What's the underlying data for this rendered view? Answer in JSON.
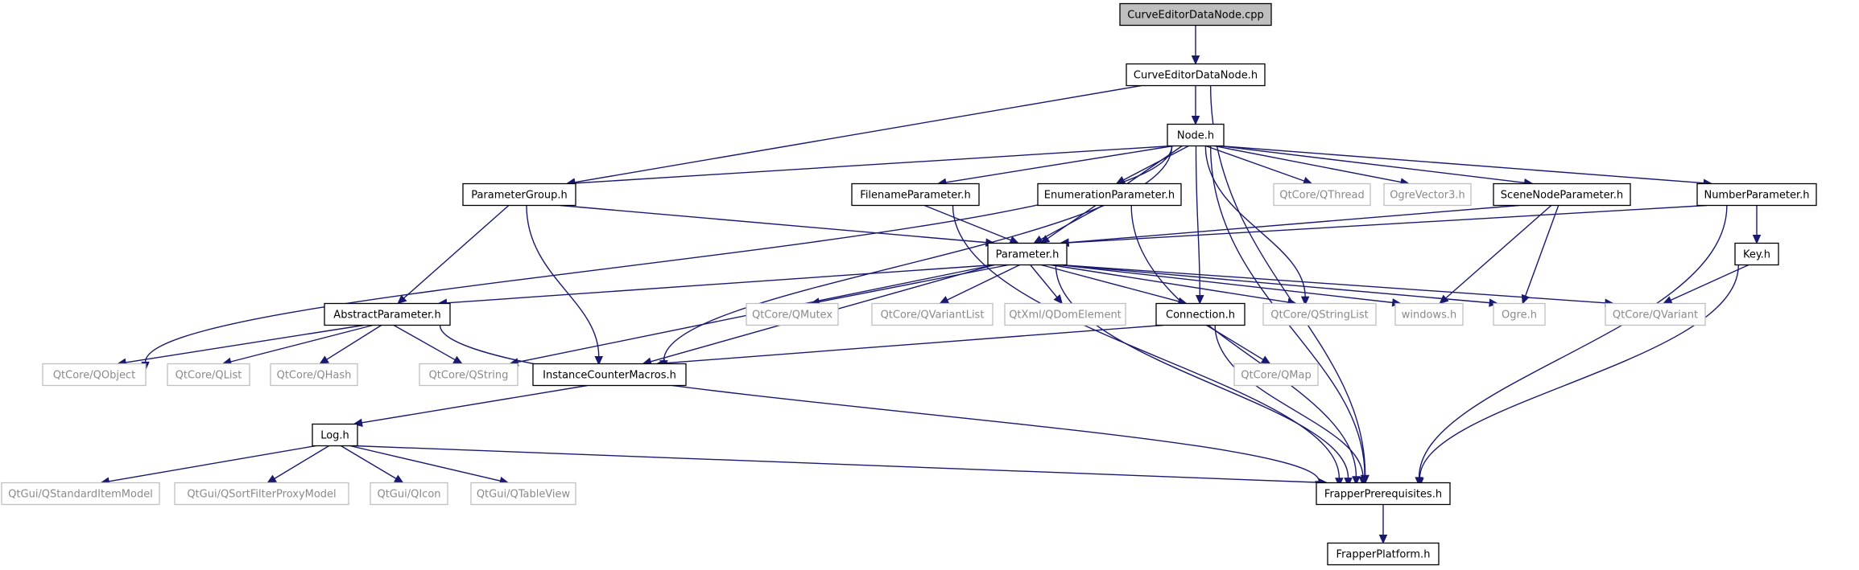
{
  "nodes": [
    {
      "id": "CurveEditorDataNode.cpp",
      "label": "CurveEditorDataNode.cpp",
      "kind": "root"
    },
    {
      "id": "CurveEditorDataNode.h",
      "label": "CurveEditorDataNode.h",
      "kind": "local"
    },
    {
      "id": "Node.h",
      "label": "Node.h",
      "kind": "local"
    },
    {
      "id": "ParameterGroup.h",
      "label": "ParameterGroup.h",
      "kind": "local"
    },
    {
      "id": "FilenameParameter.h",
      "label": "FilenameParameter.h",
      "kind": "local"
    },
    {
      "id": "EnumerationParameter.h",
      "label": "EnumerationParameter.h",
      "kind": "local"
    },
    {
      "id": "QtCore/QThread",
      "label": "QtCore/QThread",
      "kind": "external"
    },
    {
      "id": "OgreVector3.h",
      "label": "OgreVector3.h",
      "kind": "external"
    },
    {
      "id": "SceneNodeParameter.h",
      "label": "SceneNodeParameter.h",
      "kind": "local"
    },
    {
      "id": "NumberParameter.h",
      "label": "NumberParameter.h",
      "kind": "local"
    },
    {
      "id": "Parameter.h",
      "label": "Parameter.h",
      "kind": "local"
    },
    {
      "id": "Key.h",
      "label": "Key.h",
      "kind": "local"
    },
    {
      "id": "AbstractParameter.h",
      "label": "AbstractParameter.h",
      "kind": "local"
    },
    {
      "id": "QtCore/QMutex",
      "label": "QtCore/QMutex",
      "kind": "external"
    },
    {
      "id": "QtCore/QVariantList",
      "label": "QtCore/QVariantList",
      "kind": "external"
    },
    {
      "id": "QtXml/QDomElement",
      "label": "QtXml/QDomElement",
      "kind": "external"
    },
    {
      "id": "Connection.h",
      "label": "Connection.h",
      "kind": "local"
    },
    {
      "id": "QtCore/QStringList",
      "label": "QtCore/QStringList",
      "kind": "external"
    },
    {
      "id": "windows.h",
      "label": "windows.h",
      "kind": "external"
    },
    {
      "id": "Ogre.h",
      "label": "Ogre.h",
      "kind": "external"
    },
    {
      "id": "QtCore/QVariant",
      "label": "QtCore/QVariant",
      "kind": "external"
    },
    {
      "id": "QtCore/QObject",
      "label": "QtCore/QObject",
      "kind": "external"
    },
    {
      "id": "QtCore/QList",
      "label": "QtCore/QList",
      "kind": "external"
    },
    {
      "id": "QtCore/QHash",
      "label": "QtCore/QHash",
      "kind": "external"
    },
    {
      "id": "QtCore/QString",
      "label": "QtCore/QString",
      "kind": "external"
    },
    {
      "id": "InstanceCounterMacros.h",
      "label": "InstanceCounterMacros.h",
      "kind": "local"
    },
    {
      "id": "QtCore/QMap",
      "label": "QtCore/QMap",
      "kind": "external"
    },
    {
      "id": "Log.h",
      "label": "Log.h",
      "kind": "local"
    },
    {
      "id": "QtGui/QStandardItemModel",
      "label": "QtGui/QStandardItemModel",
      "kind": "external"
    },
    {
      "id": "QtGui/QSortFilterProxyModel",
      "label": "QtGui/QSortFilterProxyModel",
      "kind": "external"
    },
    {
      "id": "QtGui/QIcon",
      "label": "QtGui/QIcon",
      "kind": "external"
    },
    {
      "id": "QtGui/QTableView",
      "label": "QtGui/QTableView",
      "kind": "external"
    },
    {
      "id": "FrapperPrerequisites.h",
      "label": "FrapperPrerequisites.h",
      "kind": "local"
    },
    {
      "id": "FrapperPlatform.h",
      "label": "FrapperPlatform.h",
      "kind": "local"
    }
  ],
  "edges": [
    [
      "CurveEditorDataNode.cpp",
      "CurveEditorDataNode.h"
    ],
    [
      "CurveEditorDataNode.h",
      "Node.h"
    ],
    [
      "CurveEditorDataNode.h",
      "ParameterGroup.h"
    ],
    [
      "CurveEditorDataNode.h",
      "FrapperPrerequisites.h"
    ],
    [
      "Node.h",
      "ParameterGroup.h"
    ],
    [
      "Node.h",
      "FilenameParameter.h"
    ],
    [
      "Node.h",
      "EnumerationParameter.h"
    ],
    [
      "Node.h",
      "QtCore/QThread"
    ],
    [
      "Node.h",
      "OgreVector3.h"
    ],
    [
      "Node.h",
      "SceneNodeParameter.h"
    ],
    [
      "Node.h",
      "NumberParameter.h"
    ],
    [
      "Node.h",
      "Parameter.h"
    ],
    [
      "Node.h",
      "Connection.h"
    ],
    [
      "Node.h",
      "QtCore/QStringList"
    ],
    [
      "Node.h",
      "QtCore/QObject"
    ],
    [
      "Node.h",
      "InstanceCounterMacros.h"
    ],
    [
      "Node.h",
      "FrapperPrerequisites.h"
    ],
    [
      "ParameterGroup.h",
      "Parameter.h"
    ],
    [
      "ParameterGroup.h",
      "AbstractParameter.h"
    ],
    [
      "ParameterGroup.h",
      "InstanceCounterMacros.h"
    ],
    [
      "FilenameParameter.h",
      "Parameter.h"
    ],
    [
      "FilenameParameter.h",
      "FrapperPrerequisites.h"
    ],
    [
      "EnumerationParameter.h",
      "Parameter.h"
    ],
    [
      "EnumerationParameter.h",
      "FrapperPrerequisites.h"
    ],
    [
      "SceneNodeParameter.h",
      "Parameter.h"
    ],
    [
      "SceneNodeParameter.h",
      "windows.h"
    ],
    [
      "SceneNodeParameter.h",
      "Ogre.h"
    ],
    [
      "NumberParameter.h",
      "Parameter.h"
    ],
    [
      "NumberParameter.h",
      "Key.h"
    ],
    [
      "NumberParameter.h",
      "FrapperPrerequisites.h"
    ],
    [
      "Key.h",
      "QtCore/QVariant"
    ],
    [
      "Key.h",
      "FrapperPrerequisites.h"
    ],
    [
      "Parameter.h",
      "AbstractParameter.h"
    ],
    [
      "Parameter.h",
      "QtCore/QMutex"
    ],
    [
      "Parameter.h",
      "QtCore/QVariantList"
    ],
    [
      "Parameter.h",
      "QtXml/QDomElement"
    ],
    [
      "Parameter.h",
      "Connection.h"
    ],
    [
      "Parameter.h",
      "QtCore/QStringList"
    ],
    [
      "Parameter.h",
      "windows.h"
    ],
    [
      "Parameter.h",
      "Ogre.h"
    ],
    [
      "Parameter.h",
      "QtCore/QVariant"
    ],
    [
      "Parameter.h",
      "QtCore/QString"
    ],
    [
      "Parameter.h",
      "InstanceCounterMacros.h"
    ],
    [
      "Parameter.h",
      "FrapperPrerequisites.h"
    ],
    [
      "AbstractParameter.h",
      "QtCore/QObject"
    ],
    [
      "AbstractParameter.h",
      "QtCore/QList"
    ],
    [
      "AbstractParameter.h",
      "QtCore/QHash"
    ],
    [
      "AbstractParameter.h",
      "QtCore/QString"
    ],
    [
      "AbstractParameter.h",
      "FrapperPrerequisites.h"
    ],
    [
      "Connection.h",
      "InstanceCounterMacros.h"
    ],
    [
      "Connection.h",
      "QtCore/QMap"
    ],
    [
      "Connection.h",
      "FrapperPrerequisites.h"
    ],
    [
      "InstanceCounterMacros.h",
      "Log.h"
    ],
    [
      "Log.h",
      "QtGui/QStandardItemModel"
    ],
    [
      "Log.h",
      "QtGui/QSortFilterProxyModel"
    ],
    [
      "Log.h",
      "QtGui/QIcon"
    ],
    [
      "Log.h",
      "QtGui/QTableView"
    ],
    [
      "Log.h",
      "FrapperPrerequisites.h"
    ],
    [
      "FrapperPrerequisites.h",
      "FrapperPlatform.h"
    ]
  ]
}
